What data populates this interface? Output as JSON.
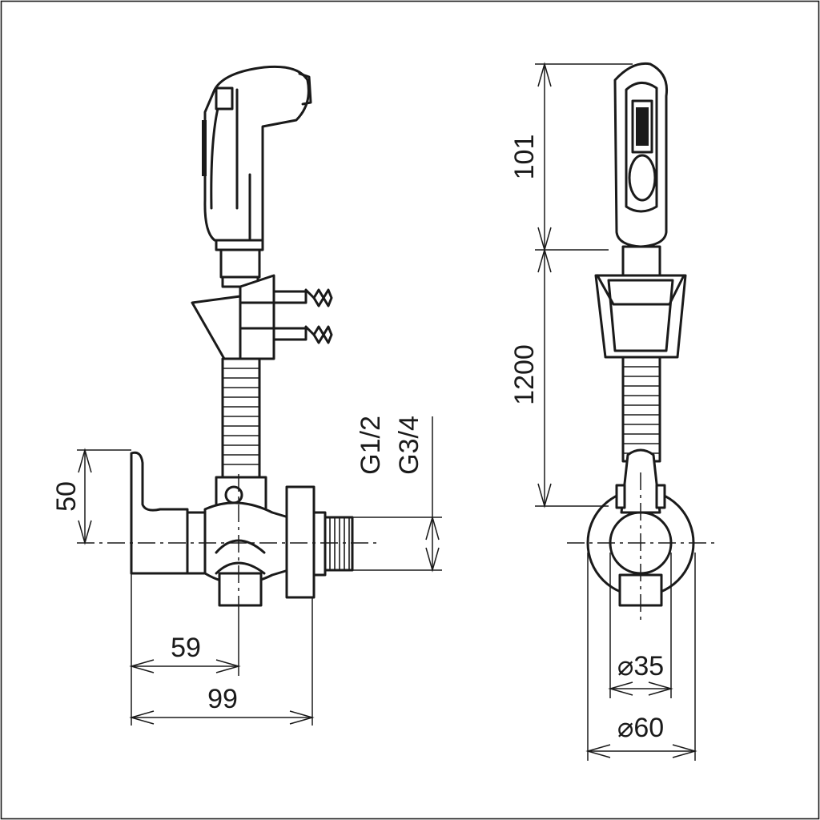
{
  "dimensions": {
    "height_valve": "50",
    "depth_to_axis": "59",
    "total_depth": "99",
    "thread_inner": "G1/2",
    "thread_outer": "G3/4",
    "handshower_height": "101",
    "hose_length": "1200",
    "diameter_inner": "⌀35",
    "diameter_outer": "⌀60"
  },
  "colors": {
    "line": "#1a1a1a",
    "background": "#ffffff"
  }
}
